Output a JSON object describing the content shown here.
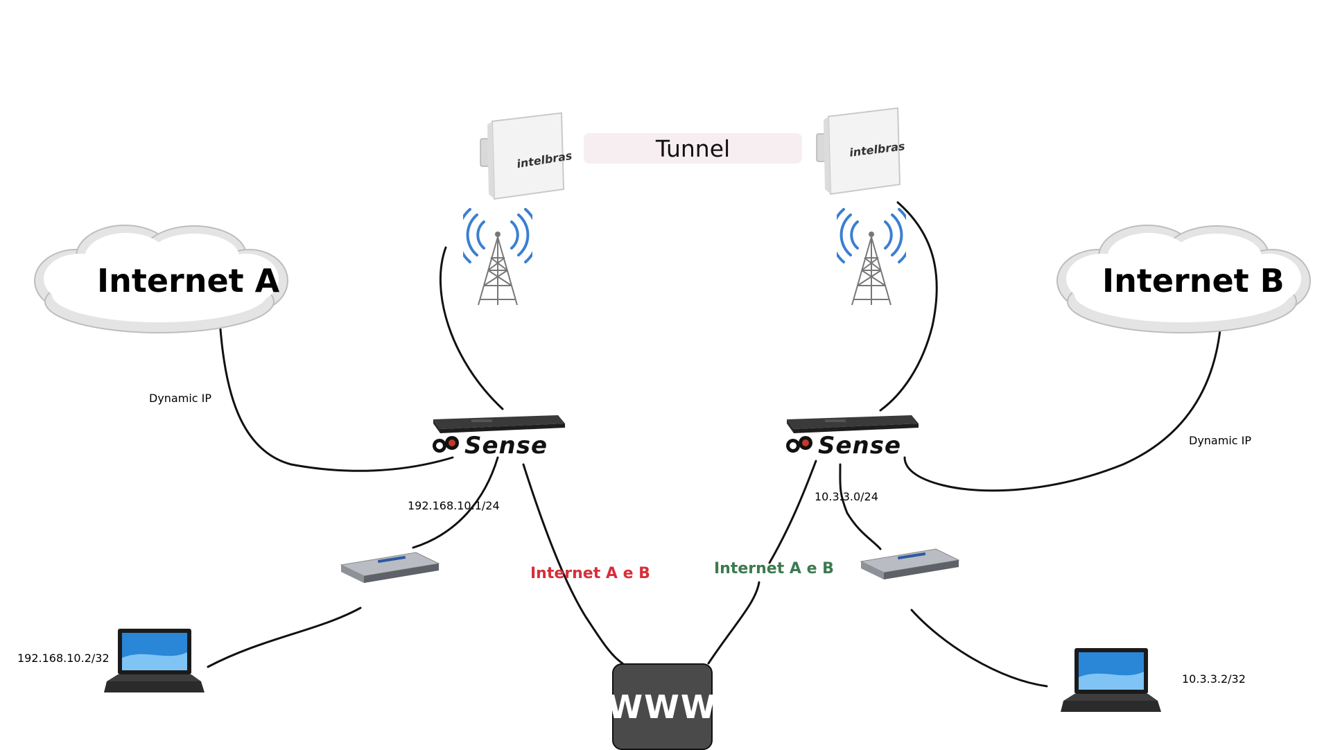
{
  "clouds": [
    {
      "id": "a",
      "label": "Internet A"
    },
    {
      "id": "b",
      "label": "Internet B"
    }
  ],
  "tunnel": {
    "label": "Tunnel"
  },
  "radios": [
    {
      "brand": "intelbras"
    },
    {
      "brand": "intelbras"
    }
  ],
  "firewalls": [
    {
      "label": "Sense"
    },
    {
      "label": "Sense"
    }
  ],
  "labels": {
    "dynamic_ip_left": "Dynamic IP",
    "dynamic_ip_right": "Dynamic IP",
    "lan_left": "192.168.10.1/24",
    "lan_right": "10.3.3.0/24",
    "host_left": "192.168.10.2/32",
    "host_right": "10.3.3.2/32",
    "inet_ab_left": "Internet A e B",
    "inet_ab_right": "Internet A e B"
  },
  "www": {
    "label": "WWW"
  },
  "colors": {
    "red_label": "#d62f3a",
    "green_label": "#3c7a4f",
    "signal_blue": "#3a7fd0"
  }
}
